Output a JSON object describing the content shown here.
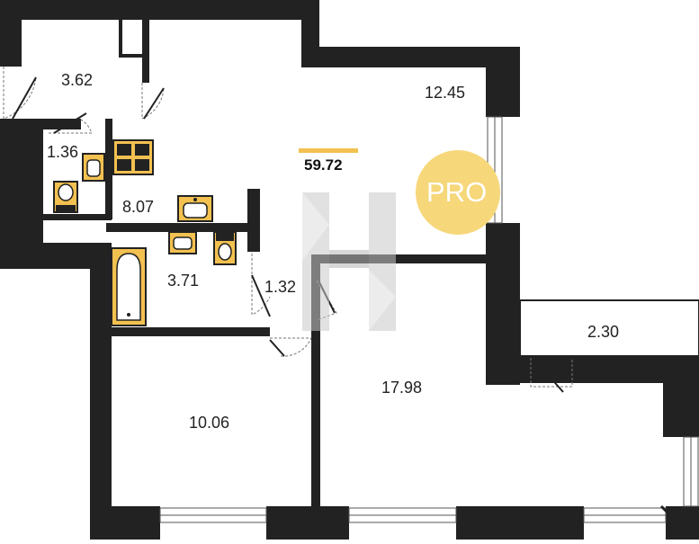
{
  "colors": {
    "wall": "#222222",
    "fixture": "#f3c150",
    "badge": "#f6d77a",
    "watermark": "#c9c9c9"
  },
  "total_area": "59.72",
  "rooms": [
    {
      "id": "hall",
      "area": "3.62"
    },
    {
      "id": "wc",
      "area": "1.36"
    },
    {
      "id": "living",
      "area": "12.45"
    },
    {
      "id": "kitchen",
      "area": "8.07"
    },
    {
      "id": "bathroom",
      "area": "3.71"
    },
    {
      "id": "closet",
      "area": "1.32"
    },
    {
      "id": "balcony",
      "area": "2.30"
    },
    {
      "id": "bedroom-large",
      "area": "17.98"
    },
    {
      "id": "bedroom-small",
      "area": "10.06"
    }
  ],
  "badge": {
    "text": "PRO"
  },
  "icons": {
    "watermark": "h-logo-icon",
    "stove": "stove-icon",
    "sink": "sink-icon",
    "toilet": "toilet-icon",
    "bathtub": "bathtub-icon"
  }
}
